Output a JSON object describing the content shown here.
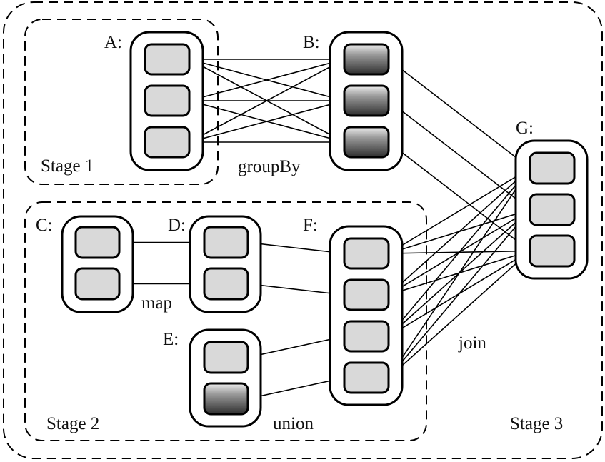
{
  "diagram": {
    "stages": [
      {
        "id": "stage1",
        "label": "Stage 1"
      },
      {
        "id": "stage2",
        "label": "Stage 2"
      },
      {
        "id": "stage3",
        "label": "Stage 3"
      }
    ],
    "rdds": [
      {
        "id": "A",
        "label": "A:",
        "partitions": [
          "plain",
          "plain",
          "plain"
        ],
        "stage": "stage1"
      },
      {
        "id": "B",
        "label": "B:",
        "partitions": [
          "shaded",
          "shaded",
          "shaded"
        ],
        "stage": "stage3"
      },
      {
        "id": "C",
        "label": "C:",
        "partitions": [
          "plain",
          "plain"
        ],
        "stage": "stage2"
      },
      {
        "id": "D",
        "label": "D:",
        "partitions": [
          "plain",
          "plain"
        ],
        "stage": "stage2"
      },
      {
        "id": "E",
        "label": "E:",
        "partitions": [
          "plain",
          "shaded"
        ],
        "stage": "stage2"
      },
      {
        "id": "F",
        "label": "F:",
        "partitions": [
          "plain",
          "plain",
          "plain",
          "plain"
        ],
        "stage": "stage2"
      },
      {
        "id": "G",
        "label": "G:",
        "partitions": [
          "plain",
          "plain",
          "plain"
        ],
        "stage": "stage3"
      }
    ],
    "operations": [
      {
        "id": "groupBy",
        "label": "groupBy",
        "from": "A",
        "to": "B",
        "dependency": "wide"
      },
      {
        "id": "map",
        "label": "map",
        "from": "C",
        "to": "D",
        "dependency": "narrow"
      },
      {
        "id": "union",
        "label": "union",
        "from": [
          "D",
          "E"
        ],
        "to": "F",
        "dependency": "narrow"
      },
      {
        "id": "join",
        "label": "join",
        "from": [
          "B",
          "F"
        ],
        "to": "G",
        "dependency": "mixed"
      }
    ],
    "edges": [
      [
        "A",
        0,
        "B",
        0
      ],
      [
        "A",
        0,
        "B",
        1
      ],
      [
        "A",
        0,
        "B",
        2
      ],
      [
        "A",
        1,
        "B",
        0
      ],
      [
        "A",
        1,
        "B",
        1
      ],
      [
        "A",
        1,
        "B",
        2
      ],
      [
        "A",
        2,
        "B",
        0
      ],
      [
        "A",
        2,
        "B",
        1
      ],
      [
        "A",
        2,
        "B",
        2
      ],
      [
        "C",
        0,
        "D",
        0
      ],
      [
        "C",
        1,
        "D",
        1
      ],
      [
        "D",
        0,
        "F",
        0
      ],
      [
        "D",
        1,
        "F",
        1
      ],
      [
        "E",
        0,
        "F",
        2
      ],
      [
        "E",
        1,
        "F",
        3
      ],
      [
        "B",
        0,
        "G",
        0
      ],
      [
        "B",
        1,
        "G",
        1
      ],
      [
        "B",
        2,
        "G",
        2
      ],
      [
        "F",
        0,
        "G",
        0
      ],
      [
        "F",
        0,
        "G",
        1
      ],
      [
        "F",
        0,
        "G",
        2
      ],
      [
        "F",
        1,
        "G",
        0
      ],
      [
        "F",
        1,
        "G",
        1
      ],
      [
        "F",
        1,
        "G",
        2
      ],
      [
        "F",
        2,
        "G",
        0
      ],
      [
        "F",
        2,
        "G",
        1
      ],
      [
        "F",
        2,
        "G",
        2
      ],
      [
        "F",
        3,
        "G",
        0
      ],
      [
        "F",
        3,
        "G",
        1
      ],
      [
        "F",
        3,
        "G",
        2
      ]
    ],
    "colors": {
      "partition_fill": "#d9d9d9",
      "shaded_top": "#e6e6e6",
      "shaded_bottom": "#3a3a3a",
      "stroke": "#000000"
    }
  }
}
